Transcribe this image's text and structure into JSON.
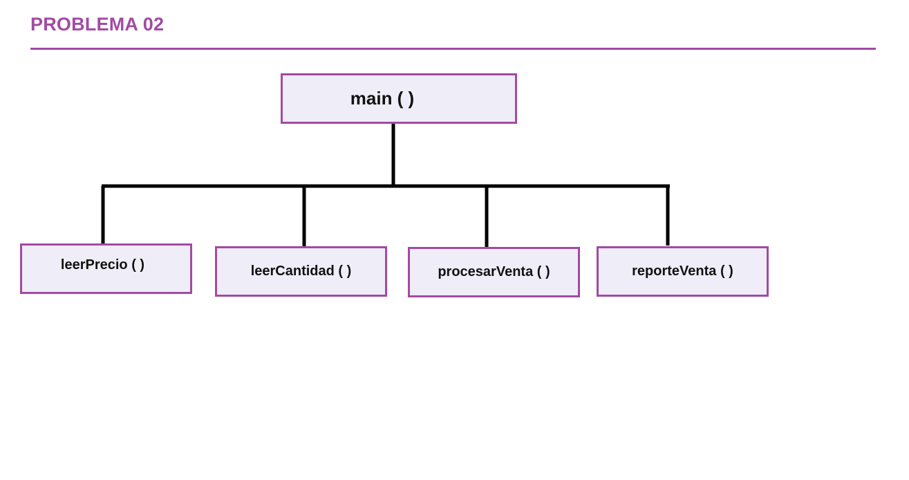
{
  "title": "PROBLEMA 02",
  "colors": {
    "accent": "#a24aa4",
    "box_fill": "#efedf7",
    "connector": "#000000"
  },
  "root": {
    "label": "main ( )"
  },
  "children": [
    {
      "label": "leerPrecio ( )"
    },
    {
      "label": "leerCantidad ( )"
    },
    {
      "label": "procesarVenta ( )"
    },
    {
      "label": "reporteVenta ( )"
    }
  ]
}
